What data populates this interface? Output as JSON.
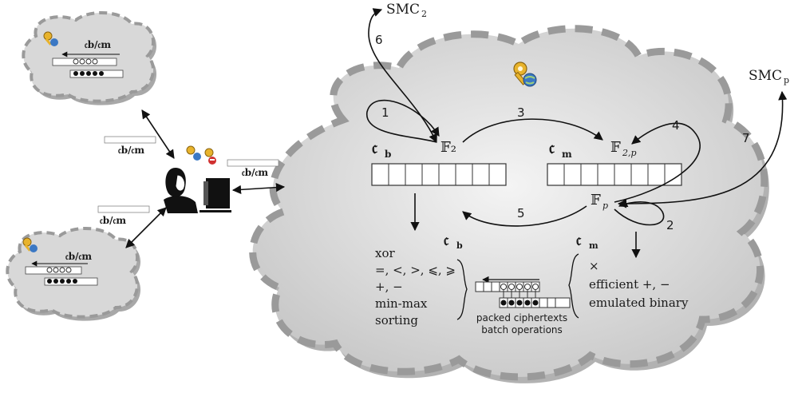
{
  "main_cloud": {
    "field_f2": "𝔽₂",
    "field_f2p": "𝔽",
    "field_f2p_sub": "2,p",
    "field_fp": "𝔽",
    "field_fp_sub": "p",
    "cb_label": "𝔠",
    "cb_sub": "b",
    "cm_label": "𝔠",
    "cm_sub": "m",
    "cb_ops": [
      "xor",
      "=, <, >, ⩽, ⩾",
      "+, −",
      "min-max",
      "sorting"
    ],
    "cm_ops": [
      "×",
      "efficient +, −",
      "emulated binary"
    ],
    "packed_caption_1": "packed ciphertexts",
    "packed_caption_2": "batch operations"
  },
  "arrows": {
    "a1": "1",
    "a2": "2",
    "a3": "3",
    "a4": "4",
    "a5": "5",
    "a6": "6",
    "a7": "7"
  },
  "external": {
    "smc2": "SMC",
    "smc2_sub": "2",
    "smcp": "SMC",
    "smcp_sub": "p"
  },
  "small_labels": {
    "top_cloud_label": "𝔠b/𝔠m",
    "bottom_cloud_label": "𝔠b/𝔠m",
    "upper_left_label": "𝔠b/𝔠m",
    "lower_left_label": "𝔠b/𝔠m",
    "user_right_label": "𝔠b/𝔠m"
  },
  "colors": {
    "cloud_fill": "#dcdcdc",
    "cloud_dash": "#9a9a9a",
    "key_gold": "#e8b32c",
    "globe_blue": "#3b78c4"
  }
}
